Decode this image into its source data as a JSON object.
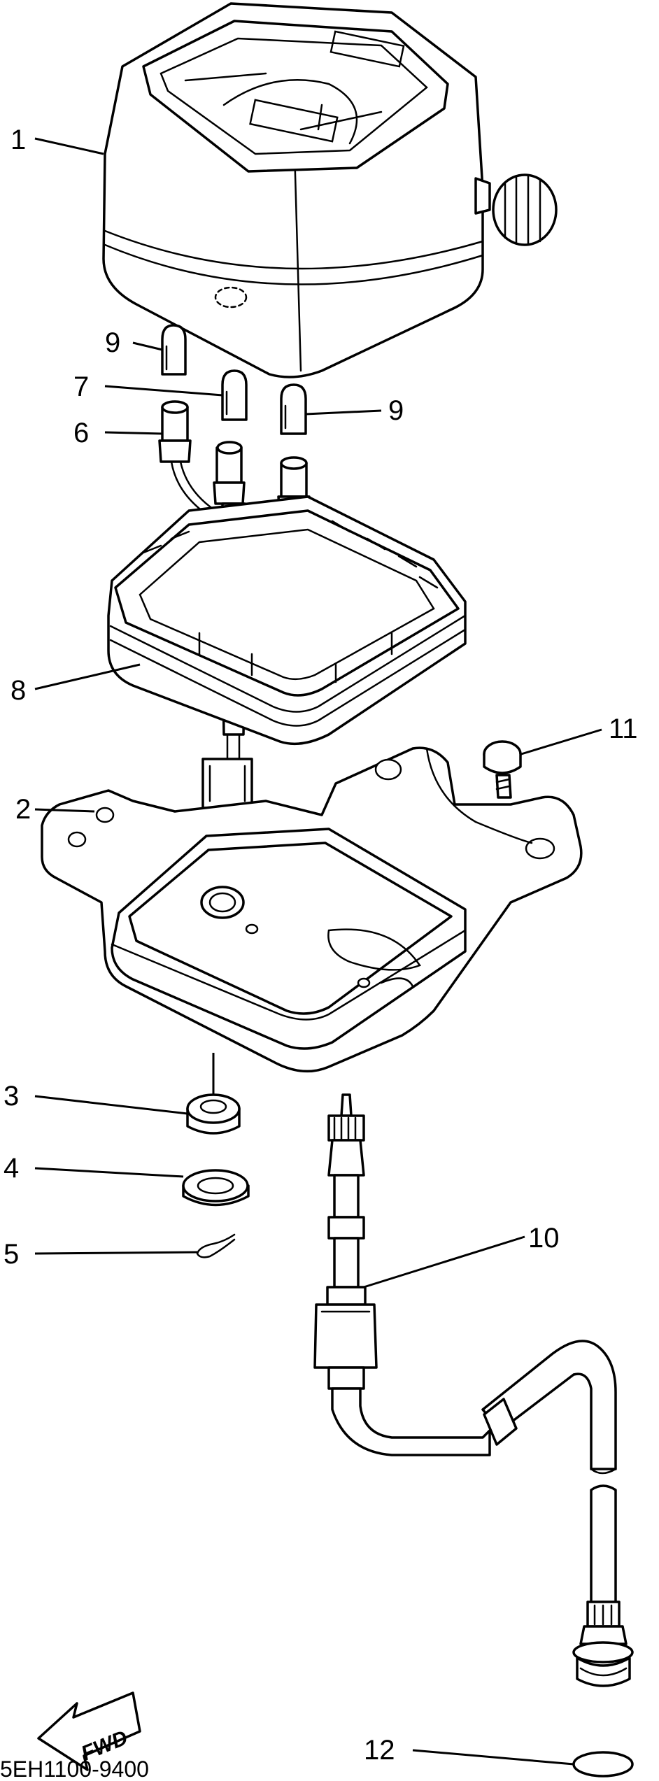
{
  "diagram": {
    "callouts": [
      {
        "id": "1",
        "text": "1"
      },
      {
        "id": "2",
        "text": "2"
      },
      {
        "id": "3",
        "text": "3"
      },
      {
        "id": "4",
        "text": "4"
      },
      {
        "id": "5",
        "text": "5"
      },
      {
        "id": "6",
        "text": "6"
      },
      {
        "id": "7",
        "text": "7"
      },
      {
        "id": "8",
        "text": "8"
      },
      {
        "id": "9a",
        "text": "9"
      },
      {
        "id": "9b",
        "text": "9"
      },
      {
        "id": "10",
        "text": "10"
      },
      {
        "id": "11",
        "text": "11"
      },
      {
        "id": "12",
        "text": "12"
      }
    ],
    "direction_label": "FWD",
    "drawing_code": "5EH1100-9400"
  }
}
